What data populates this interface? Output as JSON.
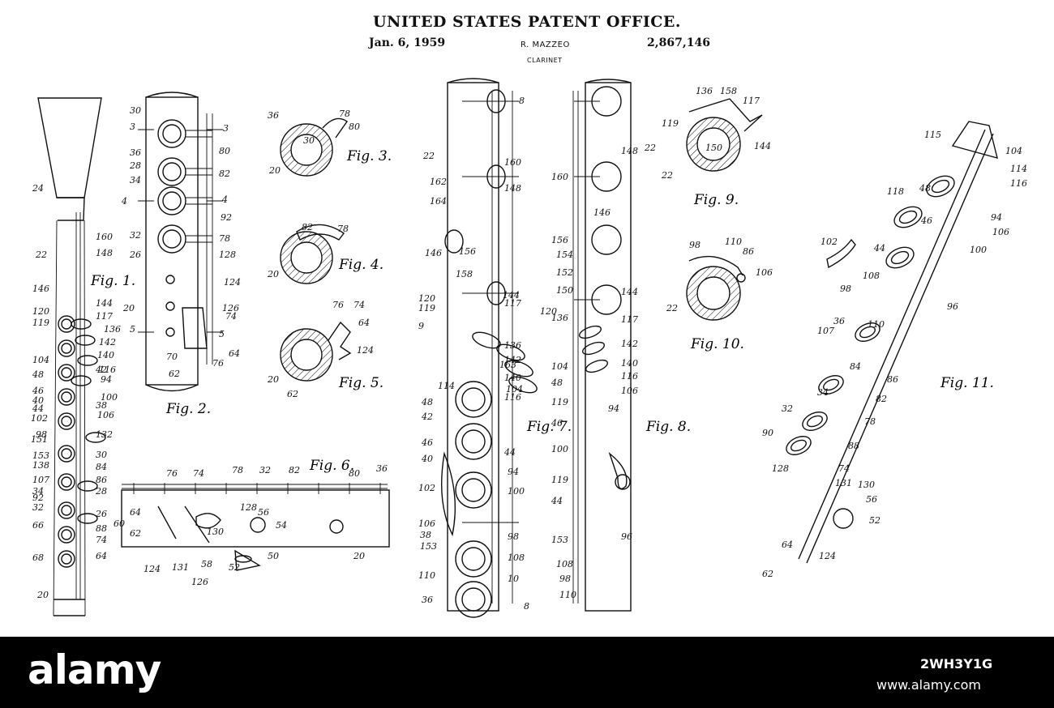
{
  "header": {
    "title": "UNITED STATES PATENT OFFICE.",
    "date": "Jan. 6, 1959",
    "inventor": "R. MAZZEO",
    "patent_number": "2,867,146",
    "subject": "CLARINET"
  },
  "figures": [
    {
      "label": "Fig. 1."
    },
    {
      "label": "Fig. 2."
    },
    {
      "label": "Fig. 3."
    },
    {
      "label": "Fig. 4."
    },
    {
      "label": "Fig. 5."
    },
    {
      "label": "Fig. 6."
    },
    {
      "label": "Fig. 7."
    },
    {
      "label": "Fig. 8."
    },
    {
      "label": "Fig. 9."
    },
    {
      "label": "Fig. 10."
    },
    {
      "label": "Fig. 11."
    }
  ],
  "reference_numerals": {
    "fig1": [
      "24",
      "22",
      "160",
      "148",
      "146",
      "120",
      "119",
      "144",
      "117",
      "136",
      "142",
      "104",
      "140",
      "48",
      "116",
      "94",
      "42",
      "46",
      "40",
      "100",
      "44",
      "38",
      "106",
      "102",
      "151",
      "98",
      "132",
      "153",
      "138",
      "30",
      "107",
      "86",
      "84",
      "34",
      "28",
      "32",
      "92",
      "26",
      "66",
      "88",
      "74",
      "68",
      "64",
      "20"
    ],
    "fig2": [
      "30",
      "3",
      "3",
      "36",
      "80",
      "28",
      "34",
      "82",
      "4",
      "4",
      "92",
      "32",
      "78",
      "26",
      "128",
      "124",
      "20",
      "126",
      "74",
      "5",
      "5",
      "70",
      "62",
      "76",
      "64"
    ],
    "fig3": [
      "36",
      "78",
      "30",
      "80",
      "20"
    ],
    "fig4": [
      "82",
      "78",
      "20"
    ],
    "fig5": [
      "76",
      "74",
      "64",
      "124",
      "20",
      "62"
    ],
    "fig6": [
      "76",
      "74",
      "78",
      "32",
      "82",
      "80",
      "36",
      "64",
      "128",
      "56",
      "54",
      "60",
      "62",
      "130",
      "20",
      "124",
      "131",
      "126",
      "58",
      "52",
      "50"
    ],
    "fig7": [
      "8",
      "22",
      "160",
      "162",
      "164",
      "148",
      "146",
      "156",
      "158",
      "144",
      "120",
      "119",
      "117",
      "9",
      "136",
      "142",
      "163",
      "140",
      "116",
      "104",
      "114",
      "48",
      "42",
      "46",
      "40",
      "102",
      "44",
      "94",
      "100",
      "106",
      "38",
      "153",
      "98",
      "108",
      "110",
      "10",
      "36",
      "8"
    ],
    "fig8": [
      "22",
      "148",
      "160",
      "146",
      "156",
      "154",
      "152",
      "150",
      "144",
      "120",
      "136",
      "117",
      "142",
      "140",
      "116",
      "106",
      "104",
      "48",
      "119",
      "94",
      "46",
      "100",
      "119",
      "44",
      "153",
      "108",
      "98",
      "110",
      "96"
    ],
    "fig9": [
      "136",
      "158",
      "117",
      "119",
      "150",
      "144",
      "22"
    ],
    "fig10": [
      "98",
      "110",
      "86",
      "106",
      "22"
    ],
    "fig11": [
      "115",
      "104",
      "118",
      "48",
      "114",
      "116",
      "46",
      "94",
      "106",
      "102",
      "44",
      "100",
      "108",
      "98",
      "96",
      "110",
      "107",
      "36",
      "84",
      "86",
      "34",
      "82",
      "32",
      "78",
      "90",
      "88",
      "128",
      "74",
      "131",
      "130",
      "56",
      "52",
      "64",
      "124",
      "62"
    ]
  },
  "banner": {
    "brand": "alamy",
    "image_id": "2WH3Y1G",
    "url": "www.alamy.com"
  },
  "colors": {
    "ink": "#111111",
    "paper": "#ffffff",
    "banner_bg": "#000000",
    "banner_text": "#ffffff"
  }
}
